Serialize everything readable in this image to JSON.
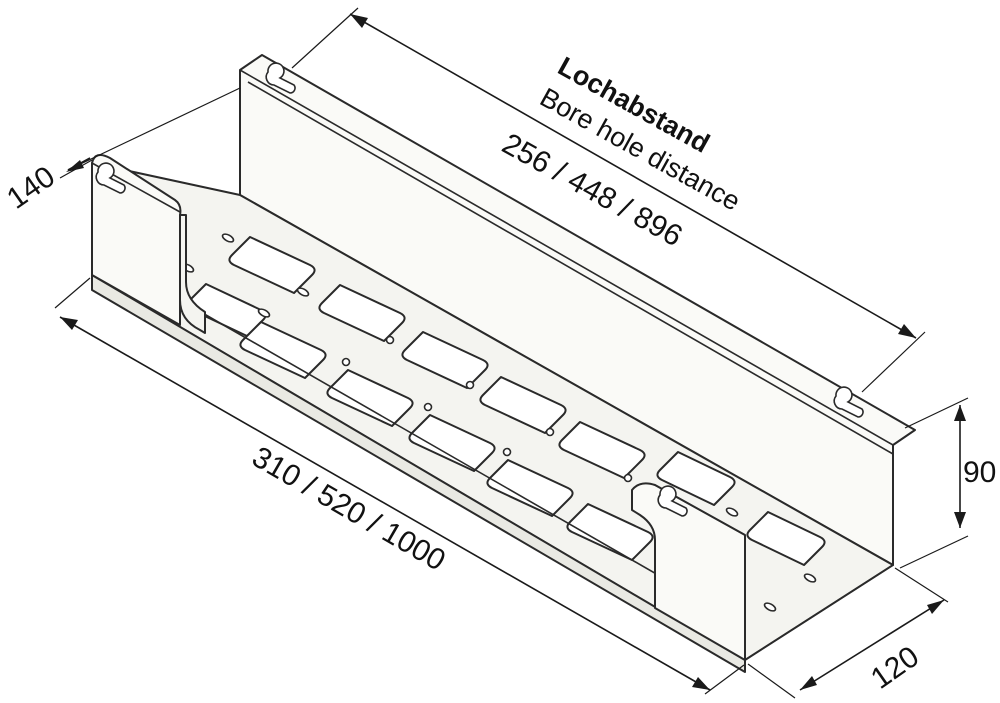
{
  "dimensions": {
    "bore_title_de": "Lochabstand",
    "bore_title_en": "Bore hole distance",
    "bore_values": "256 / 448 / 896",
    "length": "310 / 520 / 1000",
    "height_back": "140",
    "height_front": "90",
    "depth": "120"
  }
}
